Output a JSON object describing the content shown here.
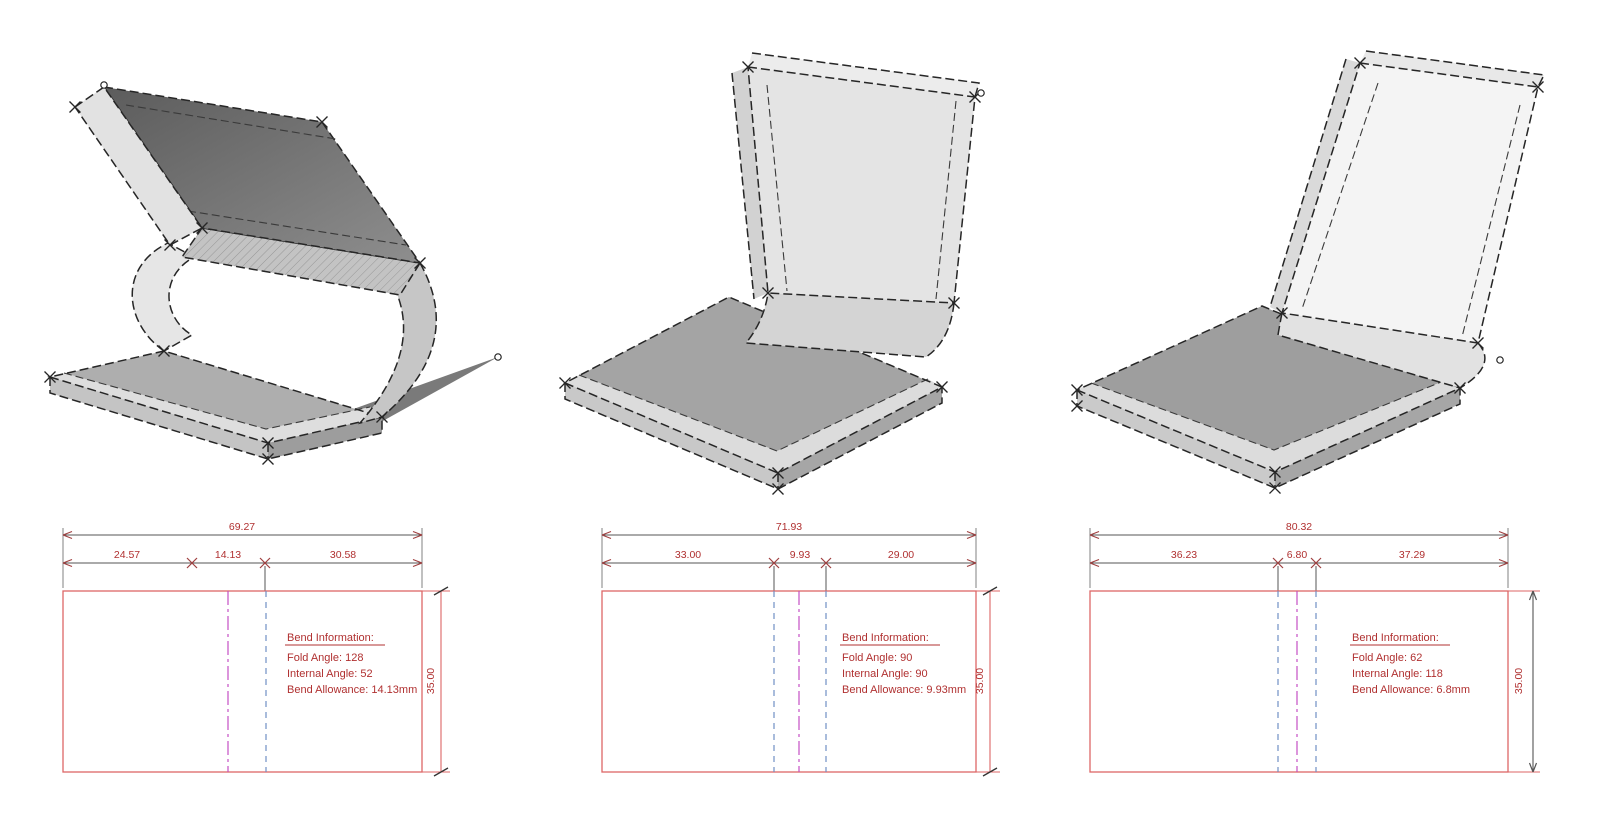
{
  "document": {
    "type": "sheet-metal-fold-study",
    "background": "#ffffff",
    "panel_count": 3
  },
  "colors": {
    "outline": "#262626",
    "flat_rect_red": "#dd6666",
    "dim_line_gray": "#555555",
    "extension_gray": "#808080",
    "dim_text_red": "#b03030",
    "tick_red": "#a04040",
    "bend_line_blue": "#7090c5",
    "bend_center_magenta": "#c44fc4",
    "shade_light": "#e6e6e6",
    "shade_mid": "#a8a8a8",
    "shade_dark": "#6a6a6a"
  },
  "panels": [
    {
      "model": "folded-sheet-128deg",
      "dims": {
        "overall": "69.27",
        "seg1": "24.57",
        "seg2": "14.13",
        "seg3": "30.58",
        "height": "35.00"
      },
      "bend_info": {
        "title": "Bend Information:",
        "fold_angle": "Fold Angle: 128",
        "internal_angle": "Internal Angle: 52",
        "bend_allowance": "Bend Allowance: 14.13mm"
      }
    },
    {
      "model": "folded-sheet-90deg",
      "dims": {
        "overall": "71.93",
        "seg1": "33.00",
        "seg2": "9.93",
        "seg3": "29.00",
        "height": "35.00"
      },
      "bend_info": {
        "title": "Bend Information:",
        "fold_angle": "Fold Angle: 90",
        "internal_angle": "Internal Angle: 90",
        "bend_allowance": "Bend Allowance: 9.93mm"
      }
    },
    {
      "model": "folded-sheet-62deg",
      "dims": {
        "overall": "80.32",
        "seg1": "36.23",
        "seg2": "6.80",
        "seg3": "37.29",
        "height": "35.00"
      },
      "bend_info": {
        "title": "Bend Information:",
        "fold_angle": "Fold Angle: 62",
        "internal_angle": "Internal Angle: 118",
        "bend_allowance": "Bend Allowance: 6.8mm"
      }
    }
  ]
}
